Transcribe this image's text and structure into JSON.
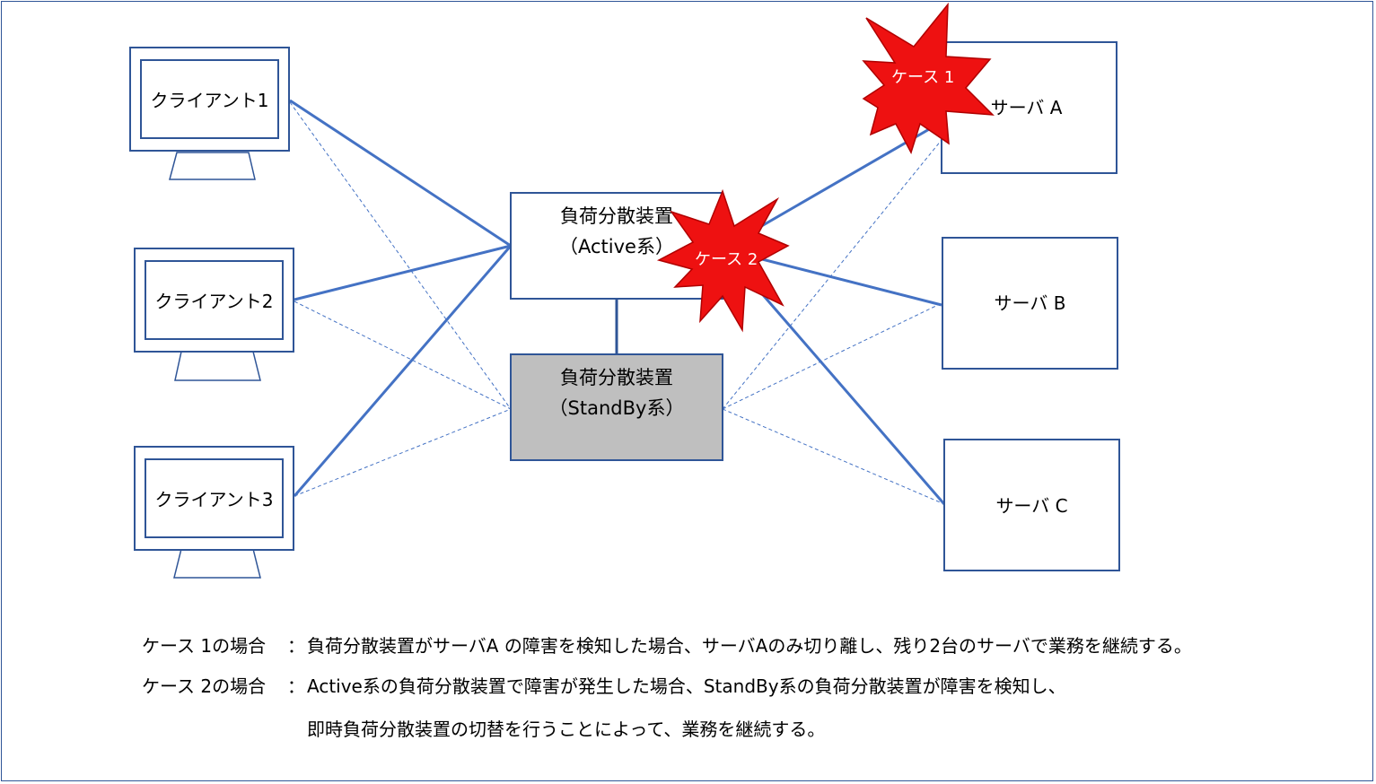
{
  "colors": {
    "line": "#4472c4",
    "border": "#2f5597",
    "standby_fill": "#bfbfbf",
    "burst_fill": "#ee1111",
    "burst_stroke": "#b00000"
  },
  "clients": [
    {
      "label": "クライアント1"
    },
    {
      "label": "クライアント2"
    },
    {
      "label": "クライアント3"
    }
  ],
  "load_balancers": {
    "active": {
      "line1": "負荷分散装置",
      "line2": "（Active系）"
    },
    "standby": {
      "line1": "負荷分散装置",
      "line2": "（StandBy系）"
    }
  },
  "servers": [
    {
      "label": "サーバ A"
    },
    {
      "label": "サーバ B"
    },
    {
      "label": "サーバ C"
    }
  ],
  "cases": {
    "case1_label": "ケース 1",
    "case2_label": "ケース 2"
  },
  "notes": {
    "case1_title": "ケース 1の場合",
    "case1_sep": "：",
    "case1_text": "負荷分散装置がサーバA の障害を検知した場合、サーバAのみ切り離し、残り2台のサーバで業務を継続する。",
    "case2_title": "ケース 2の場合",
    "case2_sep": "：",
    "case2_text": "Active系の負荷分散装置で障害が発生した場合、StandBy系の負荷分散装置が障害を検知し、",
    "case2_text_cont": "即時負荷分散装置の切替を行うことによって、業務を継続する。"
  }
}
